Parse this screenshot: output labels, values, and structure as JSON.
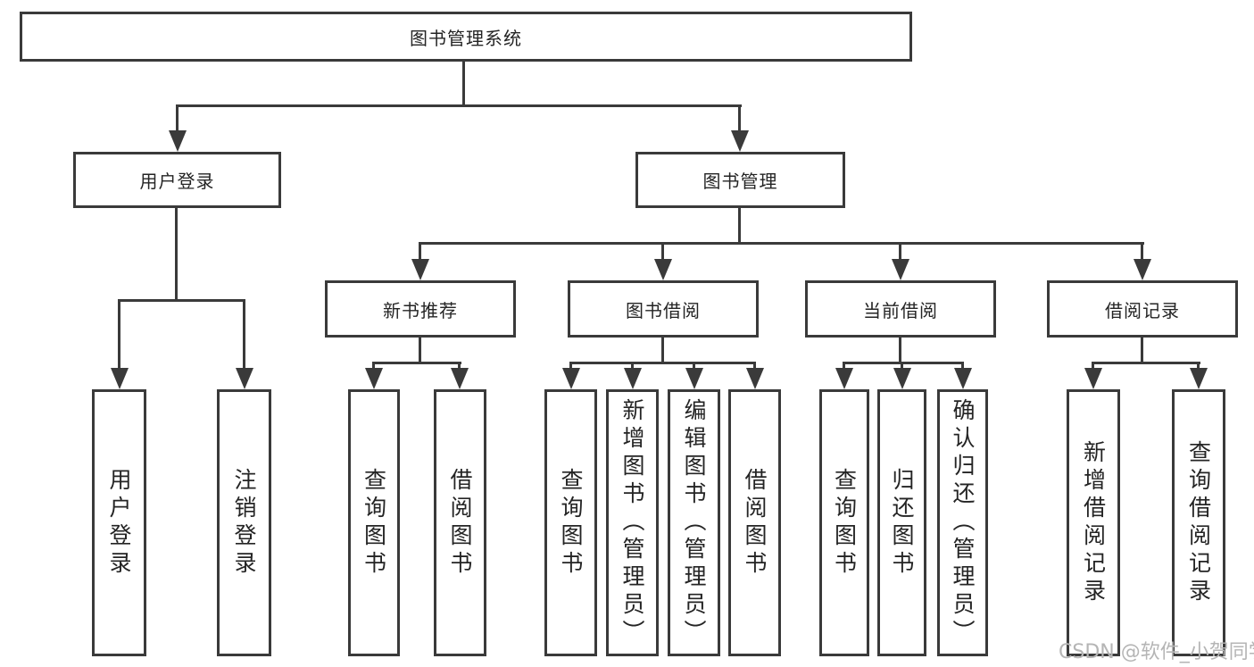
{
  "colors": {
    "line": "#3a3a3a",
    "text": "#242424",
    "watermark": "#b5b5b5",
    "background": "#ffffff"
  },
  "watermark": "CSDN @软件_小贺同学",
  "diagram": {
    "root": {
      "label": "图书管理系统"
    },
    "level2": [
      {
        "label": "用户登录",
        "children": [
          "用户登录",
          "注销登录"
        ]
      },
      {
        "label": "图书管理",
        "children": [
          {
            "label": "新书推荐",
            "children": [
              "查询图书",
              "借阅图书"
            ]
          },
          {
            "label": "图书借阅",
            "children": [
              "查询图书",
              "新增图书（管理员）",
              "编辑图书（管理员）",
              "借阅图书"
            ]
          },
          {
            "label": "当前借阅",
            "children": [
              "查询图书",
              "归还图书",
              "确认归还（管理员）"
            ]
          },
          {
            "label": "借阅记录",
            "children": [
              "新增借阅记录",
              "查询借阅记录"
            ]
          }
        ]
      }
    ]
  }
}
